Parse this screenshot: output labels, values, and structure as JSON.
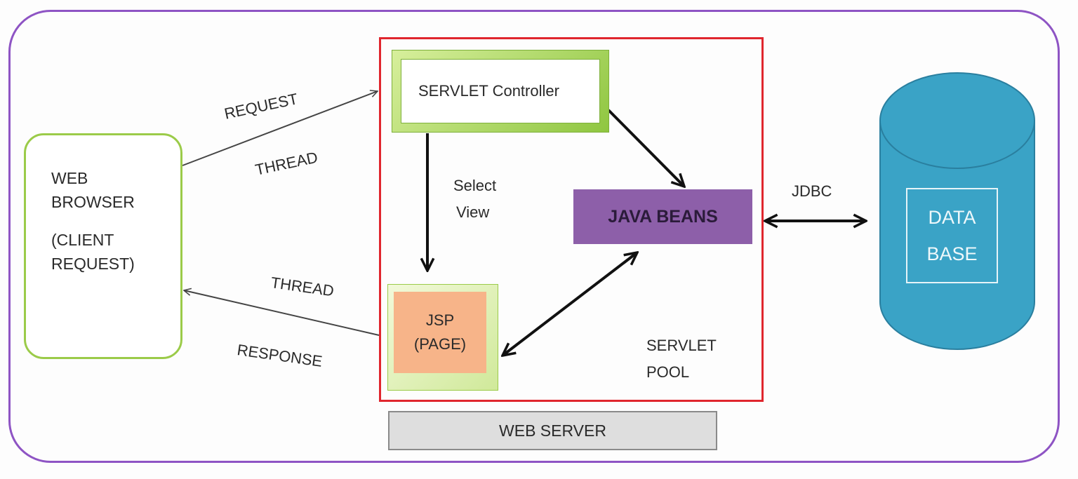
{
  "nodes": {
    "browser": {
      "line1": "WEB",
      "line2": "BROWSER",
      "line3": "(CLIENT",
      "line4": "REQUEST)"
    },
    "servlet_controller": "SERVLET Controller",
    "jsp": {
      "line1": "JSP",
      "line2": "(PAGE)"
    },
    "java_beans": "JAVA BEANS",
    "database": {
      "line1": "DATA",
      "line2": "BASE"
    },
    "web_server": "WEB SERVER"
  },
  "labels": {
    "request": "REQUEST",
    "thread_top": "THREAD",
    "thread_bottom": "THREAD",
    "response": "RESPONSE",
    "select_view_line1": "Select",
    "select_view_line2": "View",
    "jdbc": "JDBC",
    "servlet_pool_line1": "SERVLET",
    "servlet_pool_line2": "POOL"
  },
  "colors": {
    "outer_frame": "#8e54c4",
    "server_box": "#e0262e",
    "browser_border": "#9bcb49",
    "java_beans": "#8d5fa9",
    "jsp_page": "#f7b489",
    "database": "#3aa3c6",
    "web_server": "#dedede"
  }
}
